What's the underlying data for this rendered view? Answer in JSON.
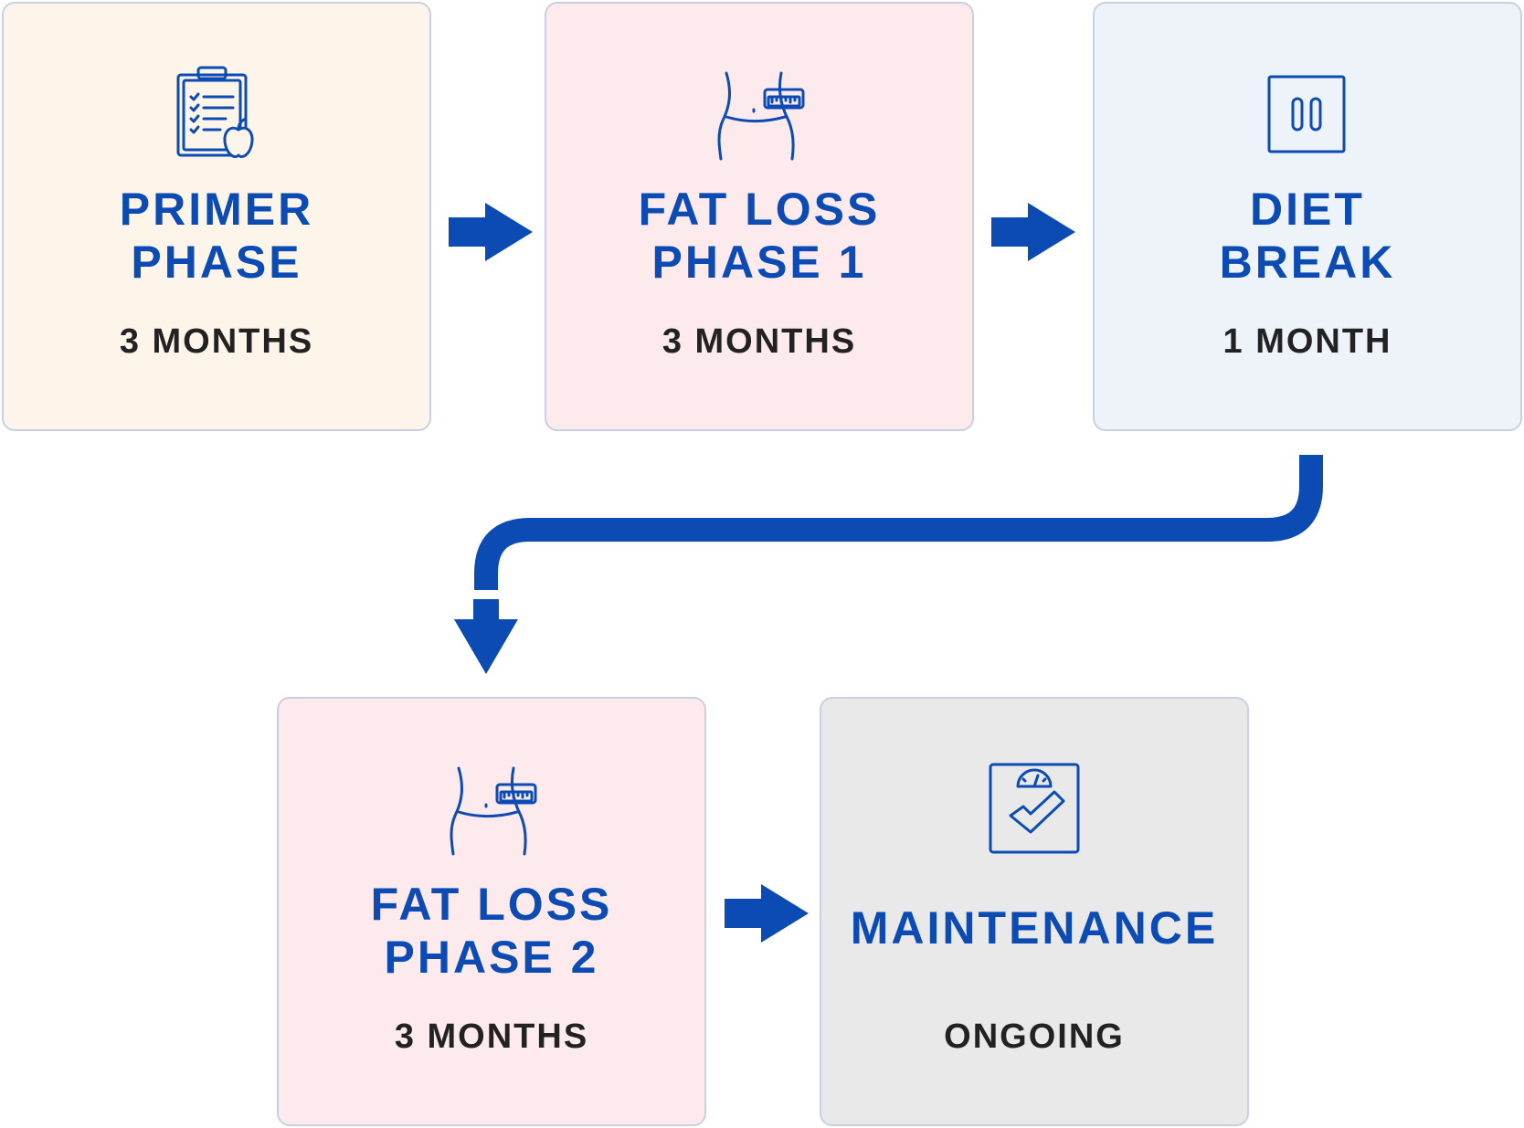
{
  "phases": [
    {
      "title_line1": "PRIMER",
      "title_line2": "PHASE",
      "duration": "3 MONTHS",
      "icon": "clipboard-apple-icon"
    },
    {
      "title_line1": "FAT LOSS",
      "title_line2": "PHASE 1",
      "duration": "3 MONTHS",
      "icon": "waist-tape-icon"
    },
    {
      "title_line1": "DIET",
      "title_line2": "BREAK",
      "duration": "1 MONTH",
      "icon": "pause-icon"
    },
    {
      "title_line1": "FAT LOSS",
      "title_line2": "PHASE 2",
      "duration": "3 MONTHS",
      "icon": "waist-tape-icon"
    },
    {
      "title_line1": "MAINTENANCE",
      "duration": "ONGOING",
      "icon": "scale-check-icon"
    }
  ],
  "colors": {
    "accent": "#0b4bb3",
    "text_dark": "#222222",
    "card_primer": "#fdf5ea",
    "card_fatloss": "#fdeaec",
    "card_dietbreak": "#eef3fa",
    "card_maintenance": "#e9e9ea",
    "card_border": "#c9d0e4"
  }
}
